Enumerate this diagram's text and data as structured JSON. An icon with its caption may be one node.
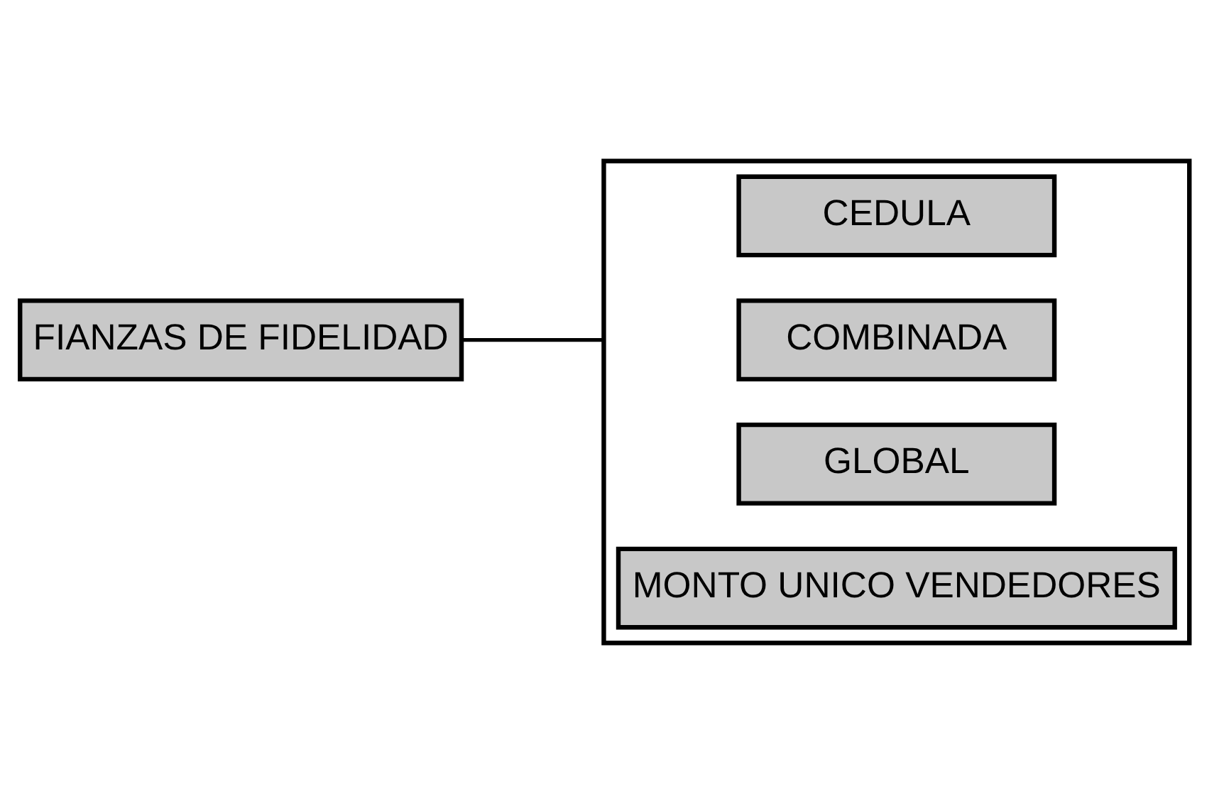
{
  "diagram": {
    "nodes": [
      {
        "text": [
          "FIANZAS DE FIDELIDAD"
        ]
      },
      {
        "text": [],
        "shape": "box"
      },
      {
        "text": [
          "CEDULA"
        ],
        "in": 1
      },
      {
        "text": [
          "COMBINADA"
        ],
        "in": 1
      },
      {
        "text": [
          "GLOBAL"
        ],
        "in": 1
      },
      {
        "text": [
          "MONTO UNICO VENDEDORES"
        ],
        "in": 1
      }
    ],
    "edges": [
      {
        "from": 0,
        "to": 1,
        "arrow": "none"
      }
    ]
  }
}
